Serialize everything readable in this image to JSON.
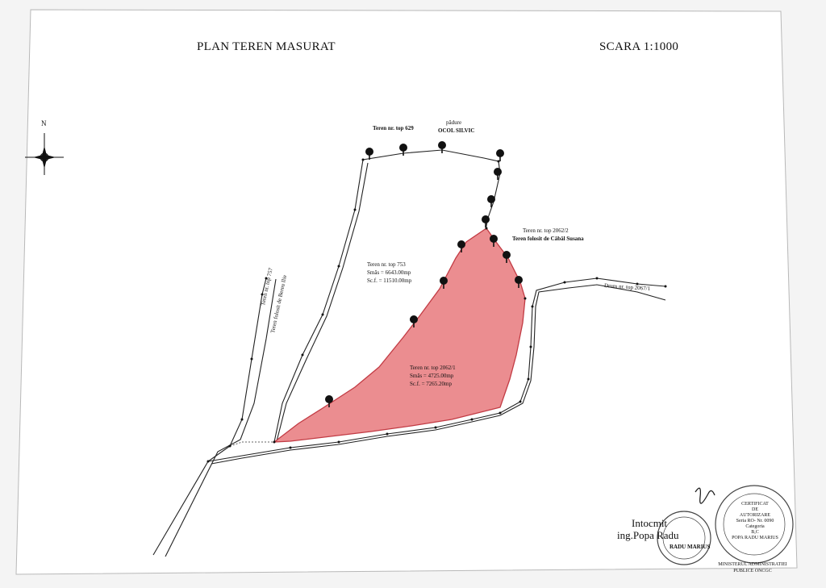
{
  "header": {
    "title": "PLAN TEREN MASURAT",
    "scale": "SCARA 1:1000"
  },
  "compass": {
    "north": "N",
    "icon": "compass-rose-icon"
  },
  "labels": {
    "forest_top": "Teren nr. top 629",
    "forest_name_1": "pădure",
    "forest_name_2": "OCOL SILVIC",
    "plot_753_1": "Teren nr. top 753",
    "plot_753_2": "Smăs = 6643.00mp",
    "plot_753_3": "Sc.f. = 11510.00mp",
    "plot_2062_2_1": "Teren nr. top 2062/2",
    "plot_2062_2_2": "Teren folosit de Căbăl Susana",
    "plot_2062_1_1": "Teren nr. top 2062/1",
    "plot_2062_1_2": "Smăs = 4725.00mp",
    "plot_2062_1_3": "Sc.f. = 7265.20mp",
    "plot_757_1": "Teren nr. top 757",
    "plot_757_2": "Teren folosit de Bereu Ilie",
    "road": "Drum nr. top 2067/1"
  },
  "signature": {
    "line1": "Intocmit",
    "line2": "ing.Popa Radu"
  },
  "stamps": {
    "left": "RADU MARIUS",
    "right_lines": [
      "CERTIFICAT",
      "DE",
      "AUTORIZARE",
      "Seria RO- Nr. 0090",
      "Categoria",
      "B,C",
      "POPA RADU MARIUS"
    ],
    "right_ring": "MINISTERUL ADMINISTRATIEI PUBLICE ONCGC"
  },
  "colors": {
    "highlight": "#e8797d",
    "highlight_stroke": "#c23b44",
    "line": "#222222"
  }
}
